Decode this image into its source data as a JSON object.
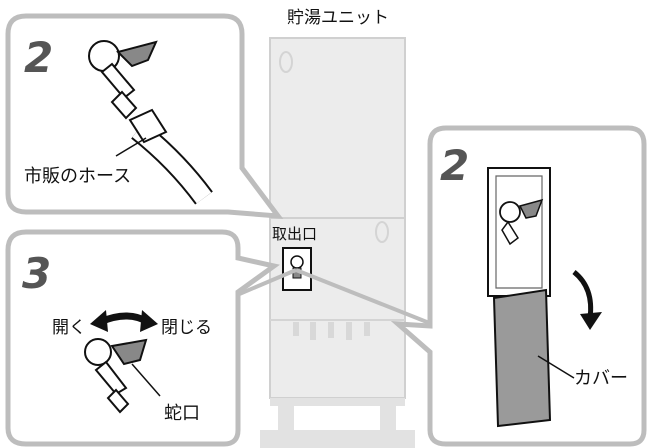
{
  "unit": {
    "title": "貯湯ユニット",
    "outlet_label": "取出口"
  },
  "panel_hose": {
    "step": "2",
    "label": "市販のホース"
  },
  "panel_faucet": {
    "step": "3",
    "open_label": "開く",
    "close_label": "閉じる",
    "faucet_label": "蛇口"
  },
  "panel_cover": {
    "step": "2",
    "label": "カバー"
  },
  "colors": {
    "callout_border": "#bdbdbd",
    "unit_body": "#ececec",
    "unit_stroke": "#d4d4d4",
    "ink": "#222222",
    "cover_fill": "#9a9a9a",
    "step_number": "#555555"
  }
}
